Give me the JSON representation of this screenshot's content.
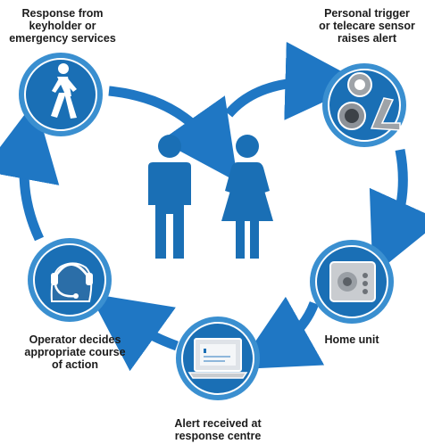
{
  "steps": {
    "response": {
      "line1": "Response from",
      "line2": "keyholder or",
      "line3": "emergency services"
    },
    "trigger": {
      "line1": "Personal trigger",
      "line2": "or telecare sensor",
      "line3": "raises alert"
    },
    "home_unit": {
      "line1": "Home unit"
    },
    "alert": {
      "line1": "Alert received at",
      "line2": "response centre"
    },
    "operator": {
      "line1": "Operator decides",
      "line2": "appropriate course",
      "line3": "of action"
    }
  },
  "icons": {
    "response": "walking-person-icon",
    "trigger": "pendant-and-sensor-icon",
    "home_unit": "home-unit-device-icon",
    "alert": "laptop-alert-icon",
    "operator": "operator-headset-icon",
    "center": "man-and-woman-icon"
  },
  "colors": {
    "circle_outer": "#3a8fd0",
    "circle_inner": "#1a6fb5",
    "arrow": "#1f77c4",
    "people": "#1a6fb5",
    "text": "#1c1c1c"
  }
}
